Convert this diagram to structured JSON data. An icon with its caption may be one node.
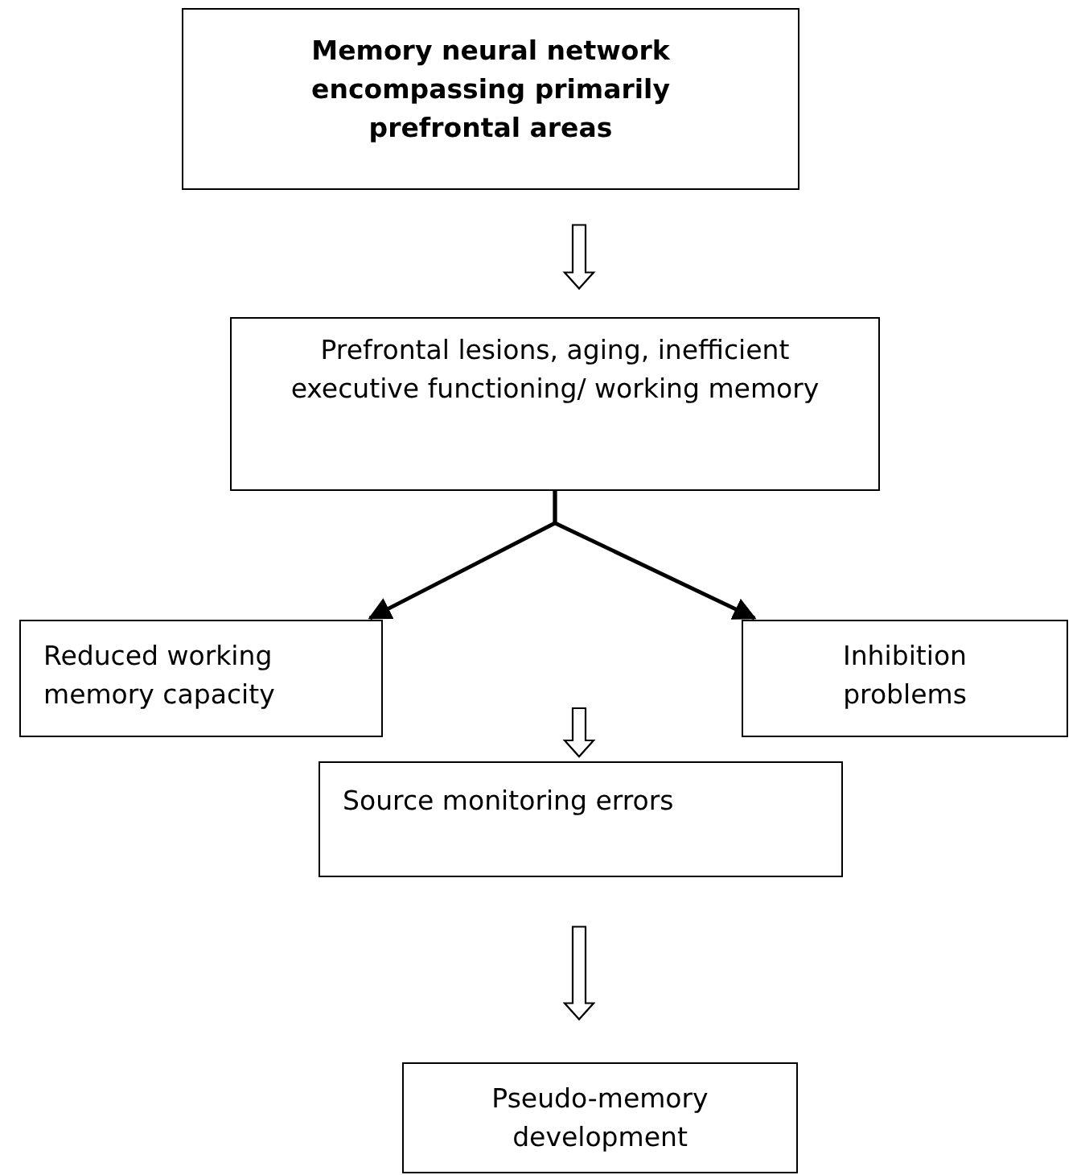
{
  "diagram": {
    "nodes": [
      {
        "text": [
          "Memory neural network encompassing primarily prefrontal areas"
        ]
      },
      {
        "text": [
          "Prefrontal lesions, aging, inefficient executive functioning/ working memory"
        ]
      },
      {
        "text": [
          "Reduced working memory capacity"
        ]
      },
      {
        "text": [
          "Inhibition problems"
        ]
      },
      {
        "text": [
          "Source monitoring errors"
        ]
      },
      {
        "text": [
          "Pseudo-memory development"
        ]
      }
    ],
    "edges": [
      {
        "from": 0,
        "to": 1,
        "arrow": "to"
      },
      {
        "from": 1,
        "to": 2,
        "arrow": "to"
      },
      {
        "from": 1,
        "to": 3,
        "arrow": "to"
      },
      {
        "from": null,
        "to": 4,
        "arrow": "to"
      },
      {
        "from": 4,
        "to": 5,
        "arrow": "to"
      }
    ]
  }
}
